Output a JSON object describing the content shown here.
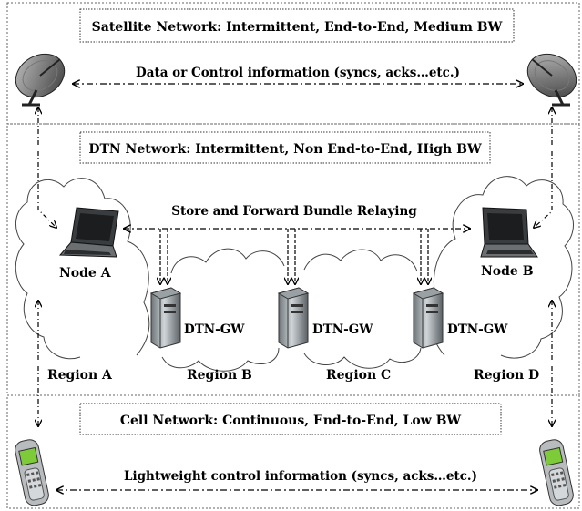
{
  "sections": {
    "satellite": {
      "title": "Satellite Network: Intermittent, End-to-End, Medium BW",
      "link_label": "Data or Control information (syncs, acks…etc.)"
    },
    "dtn": {
      "title": "DTN Network: Intermittent, Non End-to-End, High BW",
      "relay_label": "Store and Forward Bundle Relaying",
      "nodes": [
        "Node A",
        "Node B"
      ],
      "gateway_label": "DTN-GW",
      "regions": [
        "Region A",
        "Region B",
        "Region C",
        "Region D"
      ]
    },
    "cell": {
      "title": "Cell Network: Continuous, End-to-End, Low BW",
      "link_label": "Lightweight control information (syncs, acks…etc.)"
    }
  },
  "icons": [
    "satellite-dish-icon",
    "laptop-icon",
    "server-icon",
    "cell-phone-icon"
  ]
}
